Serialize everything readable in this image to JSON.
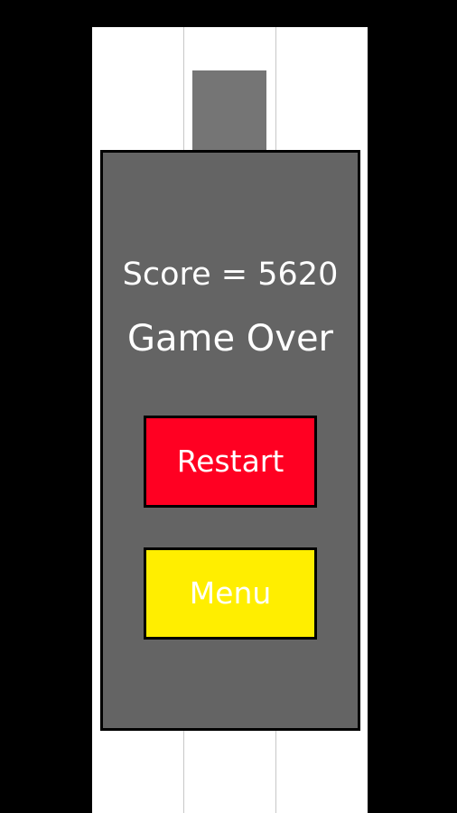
{
  "game": {
    "score_text": "Score = 5620",
    "status_text": "Game Over",
    "restart_label": "Restart",
    "menu_label": "Menu"
  },
  "colors": {
    "restart_button": "#ff0022",
    "menu_button": "#ffee00",
    "overlay": "#646464",
    "tile": "#757575",
    "board": "#ffffff"
  }
}
